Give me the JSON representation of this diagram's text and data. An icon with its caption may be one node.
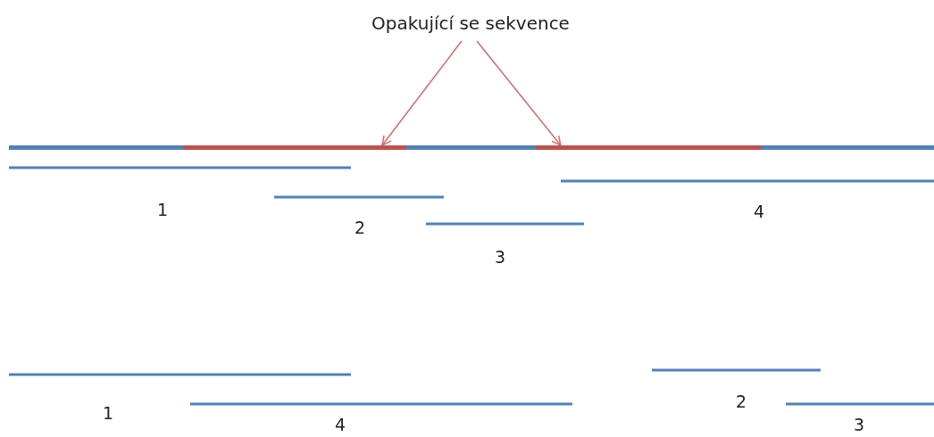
{
  "diagram": {
    "nodes": [
      {
        "text": [
          "Opakující se sekvence"
        ]
      },
      {
        "text": [],
        "shape": "bar"
      },
      {
        "text": [],
        "shape": "bar"
      },
      {
        "text": [],
        "shape": "bar"
      },
      {
        "text": [],
        "shape": "bar"
      },
      {
        "text": [],
        "shape": "bar"
      }
    ],
    "edges": [
      {
        "from": 0,
        "to": 2,
        "arrow": "to"
      },
      {
        "from": 0,
        "to": 4,
        "arrow": "to"
      }
    ],
    "labels": [
      "1",
      "4",
      "2",
      "3",
      "2",
      "1",
      "4",
      "3"
    ]
  }
}
